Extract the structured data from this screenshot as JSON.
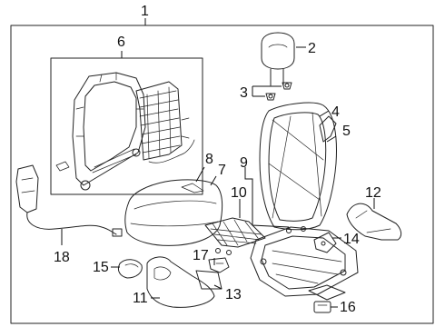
{
  "diagram": {
    "callouts": {
      "c1": "1",
      "c2": "2",
      "c3": "3",
      "c4": "4",
      "c5": "5",
      "c6": "6",
      "c7": "7",
      "c8": "8",
      "c9": "9",
      "c10": "10",
      "c11": "11",
      "c12": "12",
      "c13": "13",
      "c14": "14",
      "c15": "15",
      "c16": "16",
      "c17": "17",
      "c18": "18"
    },
    "parts": [
      "headrest",
      "headrest-guides",
      "seat-back-cover",
      "seat-back-pad",
      "seat-back-frame",
      "seat-cushion-cover",
      "seat-cushion-pad",
      "cushion-frame",
      "cushion-spring",
      "side-shield",
      "recliner-cover",
      "wire-harness",
      "side-trim",
      "knob",
      "bracket",
      "harness-connector"
    ]
  }
}
